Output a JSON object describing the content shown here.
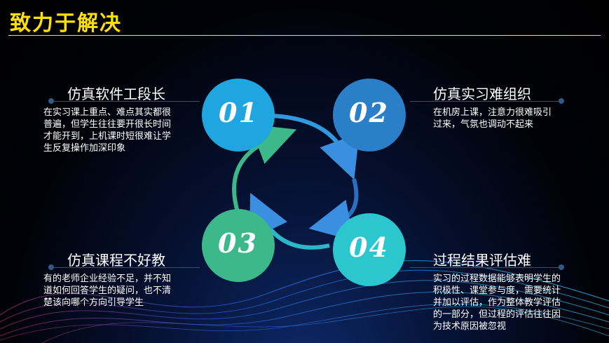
{
  "title": "致力于解决",
  "items": [
    {
      "number": "01",
      "heading": "仿真软件工段长",
      "body": "在实习课上重点、难点其实都很普遍，但学生往往要开很长时间才能开到，上机课时短很难让学生反复操作加深印象",
      "color": "#1fa6e0"
    },
    {
      "number": "02",
      "heading": "仿真实习难组织",
      "body": "在机房上课，注意力很难吸引过来，气氛也调动不起来",
      "color": "#2a7fc8"
    },
    {
      "number": "03",
      "heading": "仿真课程不好教",
      "body": "有的老师企业经验不足，并不知道如何回答学生的疑问，也不清楚该向哪个方向引导学生",
      "color": "#3cb88a"
    },
    {
      "number": "04",
      "heading": "过程结果评估难",
      "body": "实习的过程数据能够表明学生的积极性、课堂参与度，需要统计并加以评估，作为整体教学评估的一部分，但过程的评估往往因为技术原因被忽视",
      "color": "#2cc6cf"
    }
  ]
}
